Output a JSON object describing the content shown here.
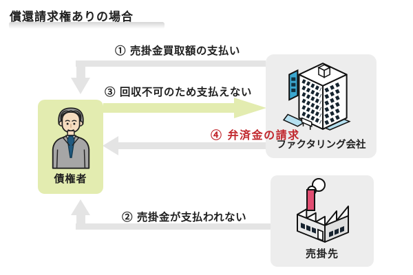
{
  "title": "償還請求権ありの場合",
  "colors": {
    "green": "#e3ecb0",
    "gray_box": "#ededed",
    "gray_arrow": "#e4e4e4",
    "red": "#c1272d",
    "text": "#1f1f1f"
  },
  "entities": {
    "creditor": {
      "label": "債権者",
      "icon": "businessman-icon"
    },
    "factoring": {
      "label": "ファクタリング会社",
      "icon": "office-building-icon"
    },
    "customer": {
      "label": "売掛先",
      "icon": "factory-icon"
    }
  },
  "flows": {
    "purchase_payment": {
      "number": "①",
      "label": "① 売掛金買取額の支払い",
      "from": "factoring",
      "to": "creditor",
      "style": "gray-elbow-down"
    },
    "unpaid": {
      "number": "②",
      "label": "② 売掛金が支払われない",
      "from": "customer",
      "to": "creditor",
      "style": "gray-elbow-up"
    },
    "cannot_pay": {
      "number": "③",
      "label": "③ 回収不可のため支払えない",
      "from": "creditor",
      "to": "factoring",
      "style": "green-right"
    },
    "repayment_claim": {
      "number": "④",
      "label": "④ 弁済金の請求",
      "from": "factoring",
      "to": "creditor",
      "style": "gray-left-red-label"
    }
  }
}
